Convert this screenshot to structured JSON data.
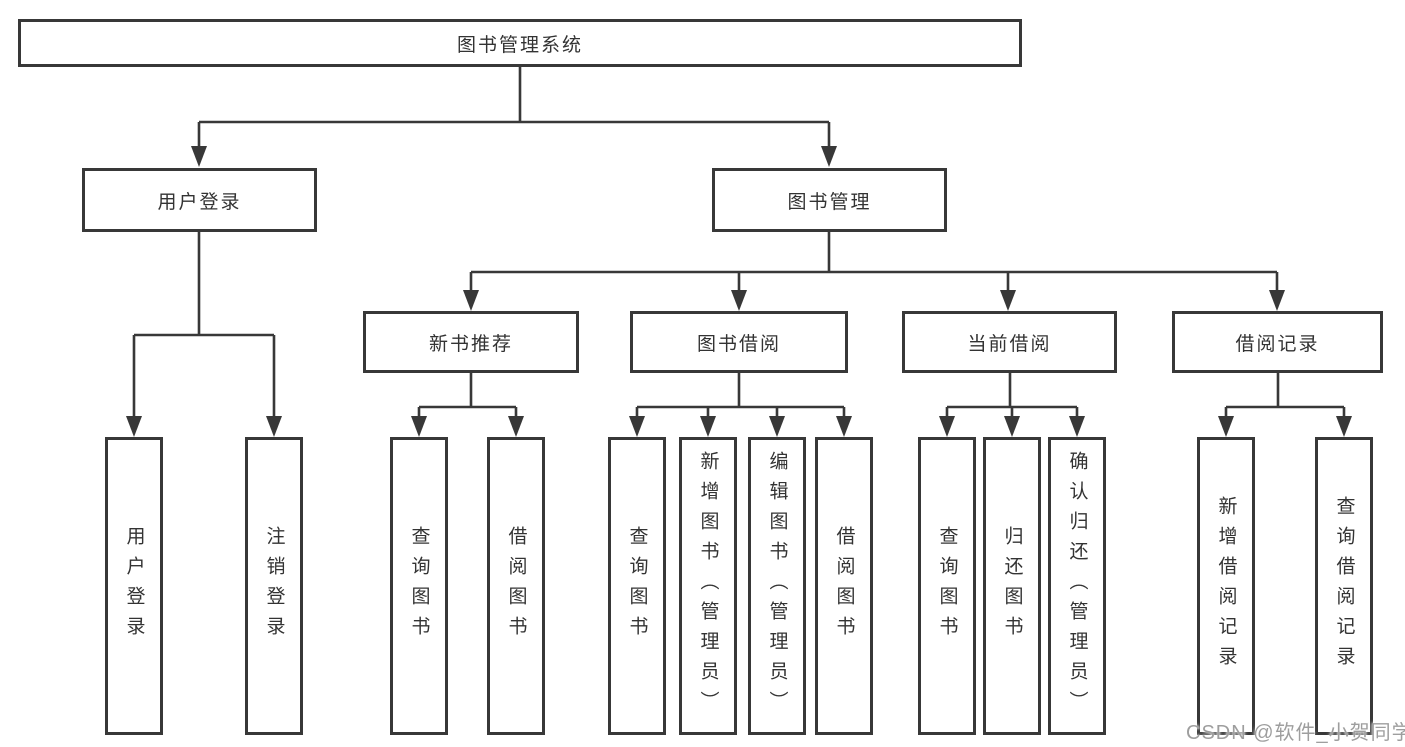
{
  "title": "图书管理系统",
  "watermark": "CSDN @软件_小贺同学",
  "colors": {
    "line": "#383838",
    "text": "#333333",
    "watermark": "#9e9e9e",
    "background": "#ffffff"
  },
  "tree": {
    "root": {
      "label": "图书管理系统"
    },
    "branches": [
      {
        "label": "用户登录",
        "children": [
          {
            "label": "用户登录"
          },
          {
            "label": "注销登录"
          }
        ]
      },
      {
        "label": "图书管理",
        "children": [
          {
            "label": "新书推荐",
            "children": [
              {
                "label": "查询图书"
              },
              {
                "label": "借阅图书"
              }
            ]
          },
          {
            "label": "图书借阅",
            "children": [
              {
                "label": "查询图书"
              },
              {
                "label": "新增图书（管理员）"
              },
              {
                "label": "编辑图书（管理员）"
              },
              {
                "label": "借阅图书"
              }
            ]
          },
          {
            "label": "当前借阅",
            "children": [
              {
                "label": "查询图书"
              },
              {
                "label": "归还图书"
              },
              {
                "label": "确认归还（管理员）"
              }
            ]
          },
          {
            "label": "借阅记录",
            "children": [
              {
                "label": "新增借阅记录"
              },
              {
                "label": "查询借阅记录"
              }
            ]
          }
        ]
      }
    ]
  }
}
